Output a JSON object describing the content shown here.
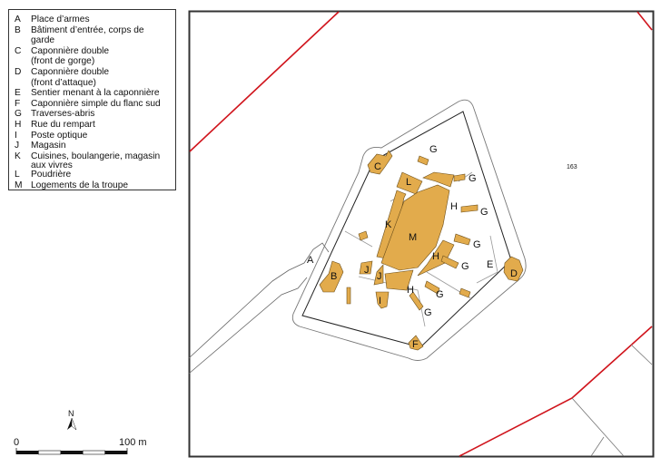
{
  "legend": [
    {
      "key": "A",
      "text": "Place d’armes"
    },
    {
      "key": "B",
      "text": "Bâtiment d’entrée, corps de garde"
    },
    {
      "key": "C",
      "text": "Caponnière double",
      "sub": "(front de gorge)"
    },
    {
      "key": "D",
      "text": "Caponnière double",
      "sub": "(front d’attaque)"
    },
    {
      "key": "E",
      "text": "Sentier menant à la caponnière"
    },
    {
      "key": "F",
      "text": "Caponnière simple du flanc sud"
    },
    {
      "key": "G",
      "text": "Traverses-abris"
    },
    {
      "key": "H",
      "text": "Rue du rempart"
    },
    {
      "key": "I",
      "text": "Poste optique"
    },
    {
      "key": "J",
      "text": "Magasin"
    },
    {
      "key": "K",
      "text": "Cuisines, boulangerie, magasin",
      "sub": "aux vivres"
    },
    {
      "key": "L",
      "text": "Poudrière"
    },
    {
      "key": "M",
      "text": "Logements de la troupe"
    }
  ],
  "map": {
    "parcel_number": "163",
    "labels": {
      "A": "A",
      "B": "B",
      "C": "C",
      "D": "D",
      "E": "E",
      "F": "F",
      "G": "G",
      "H": "H",
      "I": "I",
      "J": "J",
      "K": "K",
      "L": "L",
      "M": "M"
    },
    "colors": {
      "building": "#e2ab4c",
      "boundary": "#d0141c",
      "frame": "#333333"
    }
  },
  "scale": {
    "start": "0",
    "end": "100 m",
    "north": "N"
  }
}
